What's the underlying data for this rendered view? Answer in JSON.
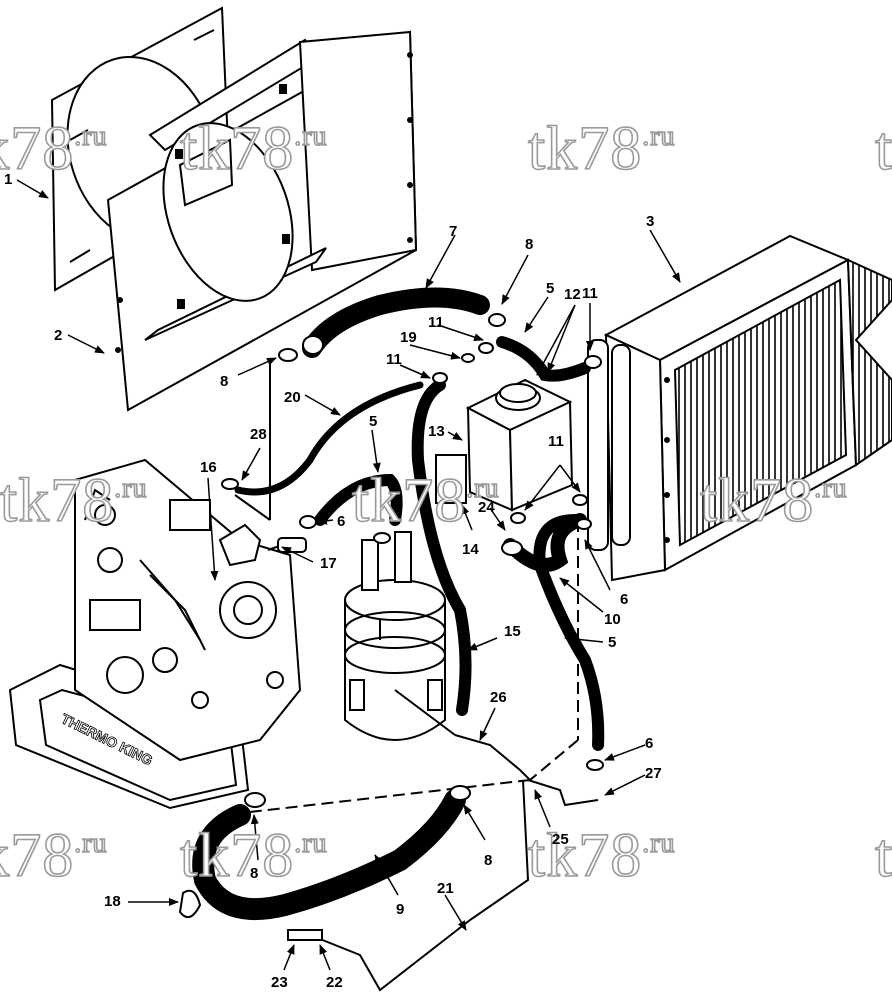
{
  "watermark": {
    "main": "tk78",
    "suffix": ".ru"
  },
  "engine_brand": "THERMO KING",
  "callouts": [
    {
      "id": "c1",
      "text": "1"
    },
    {
      "id": "c2",
      "text": "2"
    },
    {
      "id": "c3",
      "text": "3"
    },
    {
      "id": "c5a",
      "text": "5"
    },
    {
      "id": "c5b",
      "text": "5"
    },
    {
      "id": "c5c",
      "text": "5"
    },
    {
      "id": "c6a",
      "text": "6"
    },
    {
      "id": "c6b",
      "text": "6"
    },
    {
      "id": "c6c",
      "text": "6"
    },
    {
      "id": "c7",
      "text": "7"
    },
    {
      "id": "c8a",
      "text": "8"
    },
    {
      "id": "c8b",
      "text": "8"
    },
    {
      "id": "c8c",
      "text": "8"
    },
    {
      "id": "c8d",
      "text": "8"
    },
    {
      "id": "c9",
      "text": "9"
    },
    {
      "id": "c10",
      "text": "10"
    },
    {
      "id": "c11a",
      "text": "11"
    },
    {
      "id": "c11b",
      "text": "11"
    },
    {
      "id": "c11c",
      "text": "11"
    },
    {
      "id": "c11d",
      "text": "11"
    },
    {
      "id": "c12",
      "text": "12"
    },
    {
      "id": "c13",
      "text": "13"
    },
    {
      "id": "c14",
      "text": "14"
    },
    {
      "id": "c15",
      "text": "15"
    },
    {
      "id": "c16",
      "text": "16"
    },
    {
      "id": "c17",
      "text": "17"
    },
    {
      "id": "c18",
      "text": "18"
    },
    {
      "id": "c19",
      "text": "19"
    },
    {
      "id": "c20",
      "text": "20"
    },
    {
      "id": "c21",
      "text": "21"
    },
    {
      "id": "c22",
      "text": "22"
    },
    {
      "id": "c23",
      "text": "23"
    },
    {
      "id": "c24",
      "text": "24"
    },
    {
      "id": "c25",
      "text": "25"
    },
    {
      "id": "c26",
      "text": "26"
    },
    {
      "id": "c27",
      "text": "27"
    },
    {
      "id": "c28",
      "text": "28"
    }
  ]
}
